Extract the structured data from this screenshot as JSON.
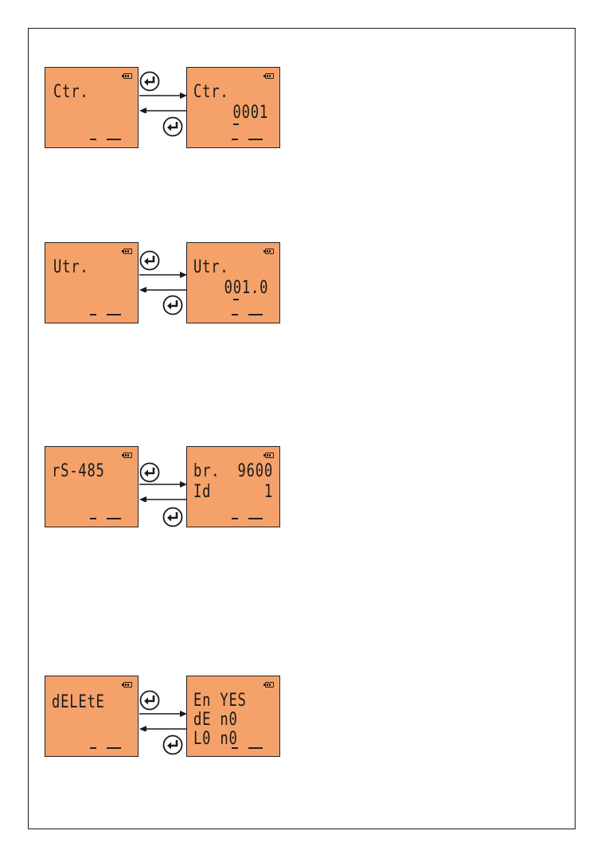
{
  "colors": {
    "lcd": "#F4A26A",
    "ink": "#1a1a1a"
  },
  "icons": {
    "enter": "enter-key-icon",
    "forward": "arrow-right-icon",
    "back": "arrow-left-icon",
    "battery": "battery-icon"
  },
  "rows": [
    {
      "left": {
        "lines": [
          "Ctr."
        ]
      },
      "right": {
        "lines": [
          "Ctr.",
          "0001"
        ]
      }
    },
    {
      "left": {
        "lines": [
          "Utr."
        ]
      },
      "right": {
        "lines": [
          "Utr.",
          "001.0"
        ]
      }
    },
    {
      "left": {
        "lines": [
          "rS-485"
        ]
      },
      "right": {
        "lines": [
          "br.  9600",
          "Id      1"
        ]
      }
    },
    {
      "left": {
        "lines": [
          "dELEtE"
        ]
      },
      "right": {
        "lines": [
          "En YES",
          "dE n0",
          "L0 n0"
        ]
      }
    }
  ]
}
